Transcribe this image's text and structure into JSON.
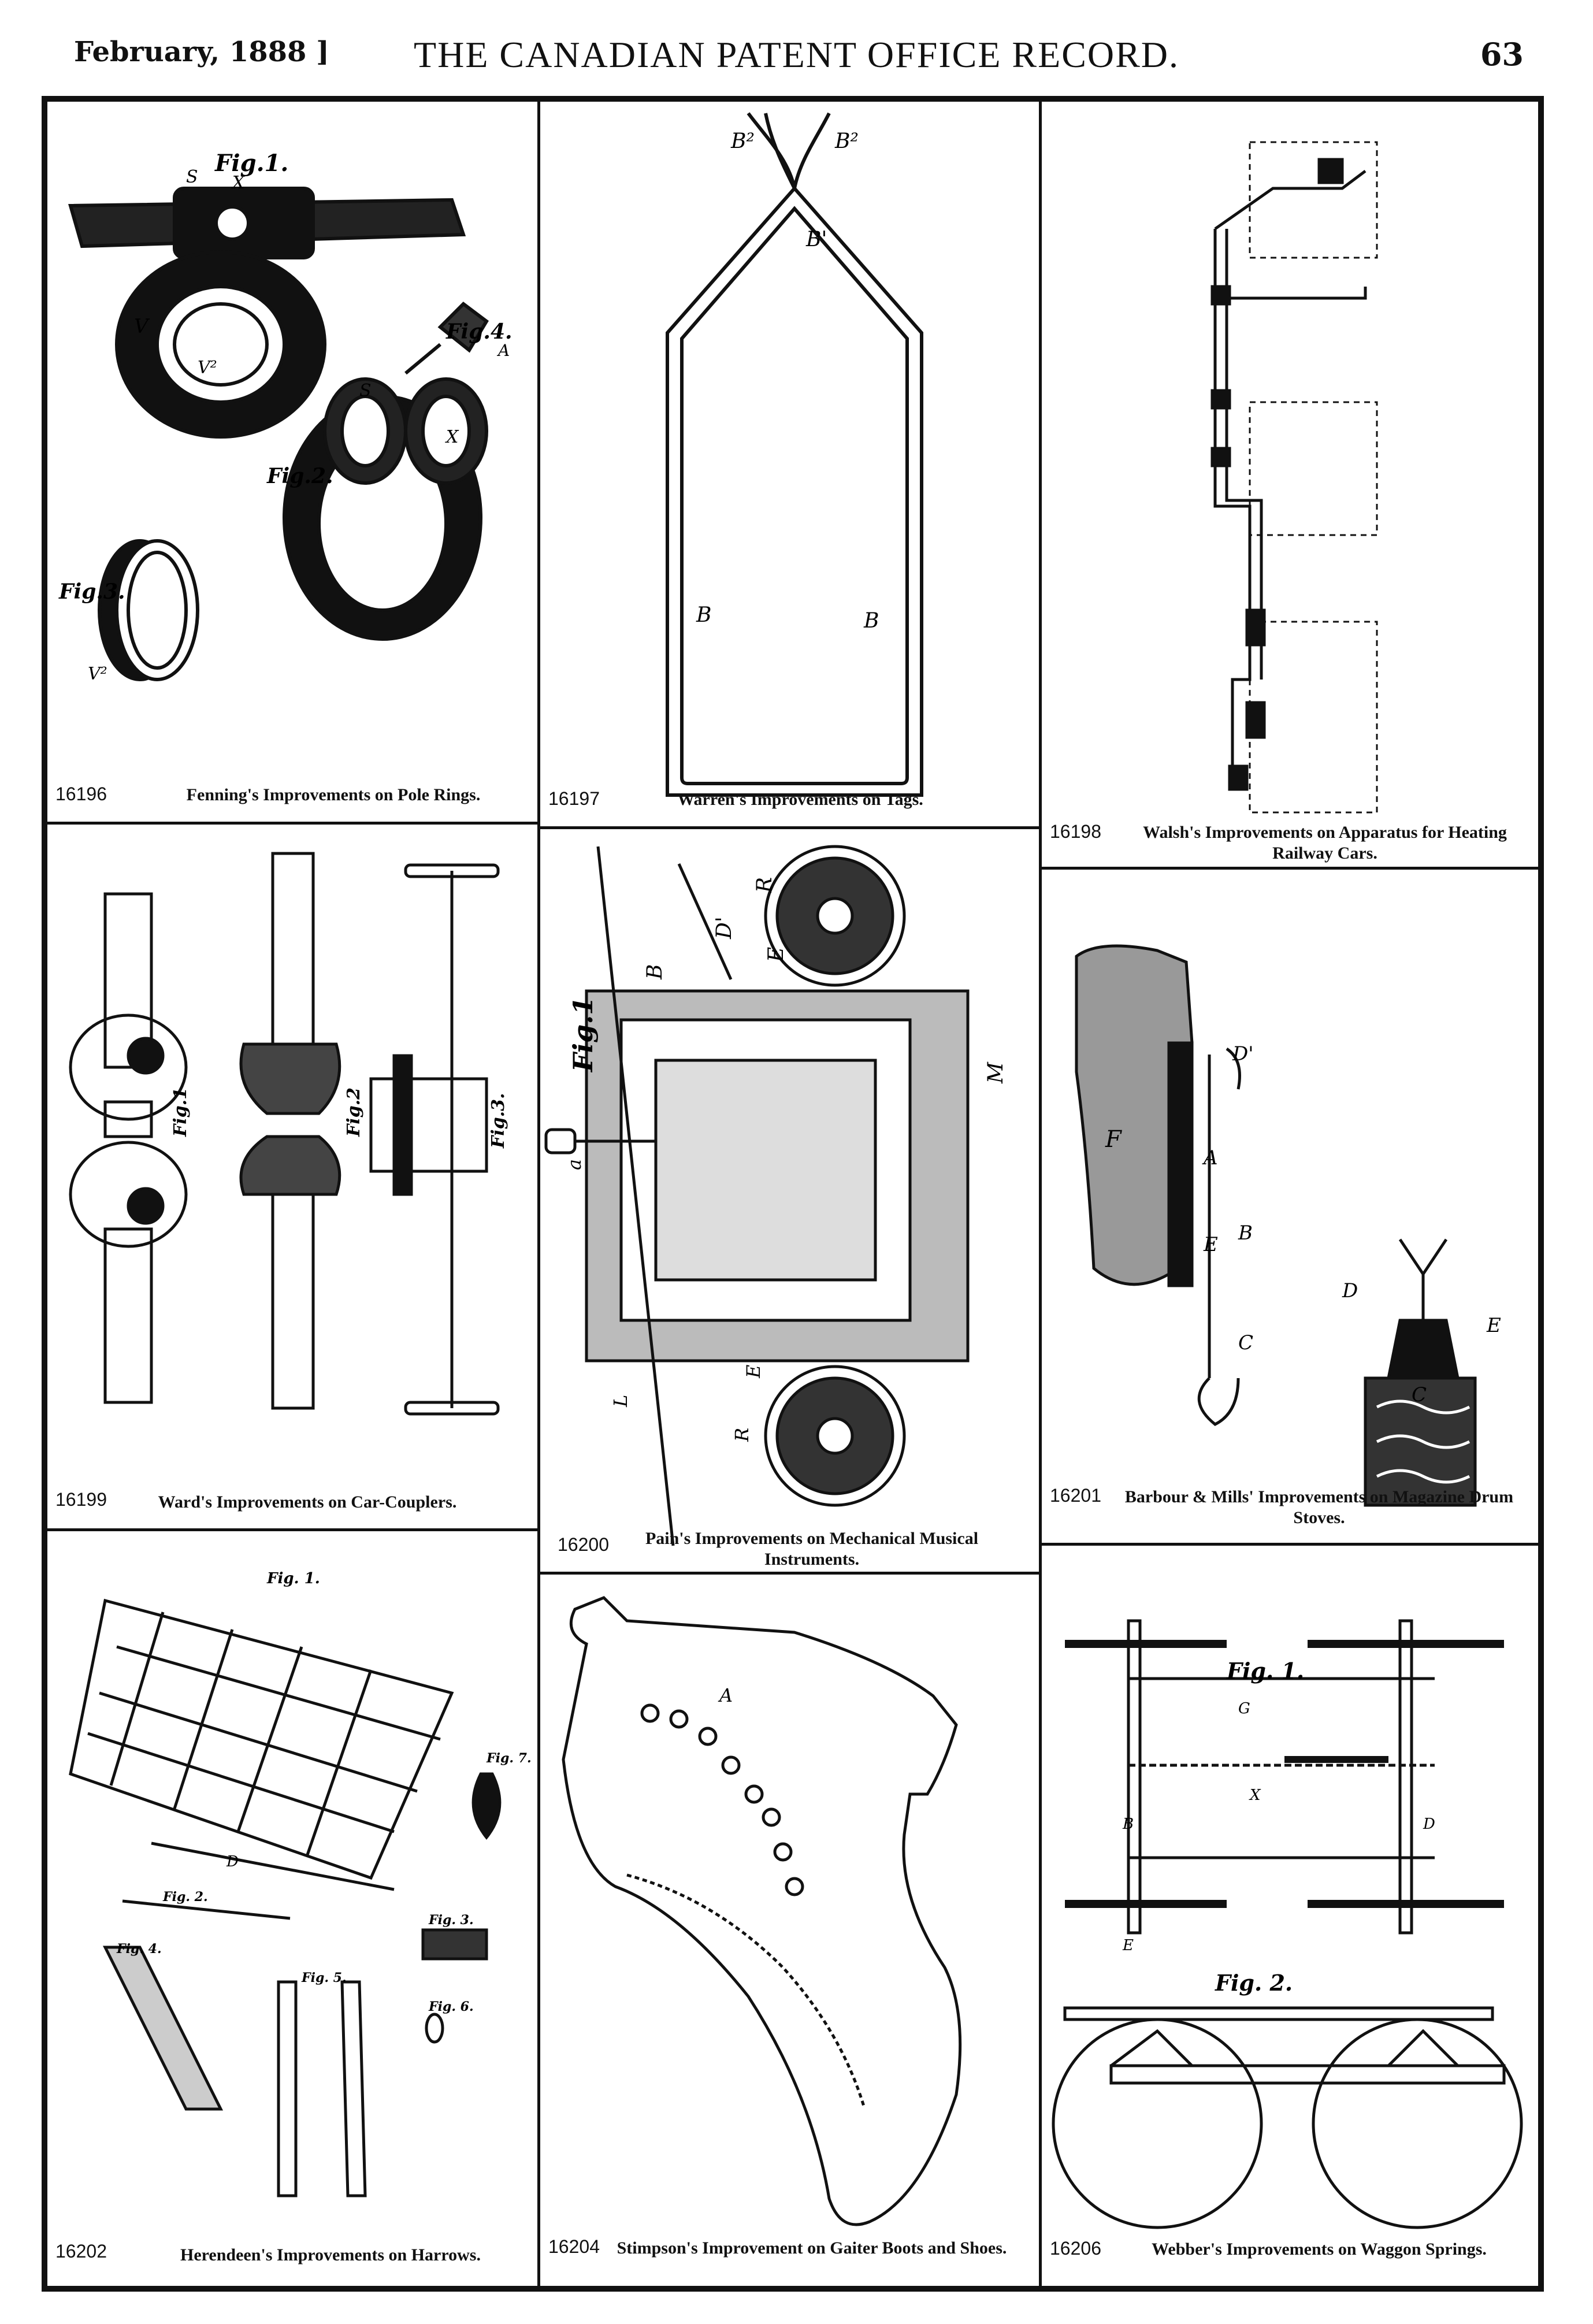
{
  "header": {
    "date": "February, 1888 ]",
    "title": "THE CANADIAN PATENT OFFICE RECORD.",
    "page": "63"
  },
  "patents": [
    {
      "number": "16196",
      "caption": "Fenning's Improvements on Pole Rings.",
      "labels": {
        "fig1": "Fig.1.",
        "fig2": "Fig.2.",
        "fig3": "Fig.3.",
        "fig4": "Fig.4.",
        "s": "S",
        "x": "X",
        "v": "V",
        "v2": "V²",
        "a": "A"
      }
    },
    {
      "number": "16197",
      "caption": "Warren's Improvements on Tags.",
      "labels": {
        "b2": "B²",
        "b2b": "B²",
        "b1": "B'",
        "b": "B",
        "bb": "B"
      }
    },
    {
      "number": "16198",
      "caption": "Walsh's Improvements on Apparatus for Heating Railway Cars."
    },
    {
      "number": "16199",
      "caption": "Ward's Improvements on Car-Couplers.",
      "labels": {
        "fig1": "Fig.1",
        "fig2": "Fig.2",
        "fig3": "Fig.3."
      }
    },
    {
      "number": "16200",
      "caption": "Pain's Improvements on Mechanical Musical Instruments.",
      "labels": {
        "fig1": "Fig.1",
        "r": "R",
        "e": "E",
        "b": "B",
        "d1": "D'",
        "m": "M",
        "l": "L",
        "a": "a"
      }
    },
    {
      "number": "16201",
      "caption": "Barbour & Mills' Improvements on Magazine Drum Stoves.",
      "labels": {
        "d1": "D'",
        "f": "F",
        "a": "A",
        "b": "B",
        "e": "E",
        "c": "C",
        "d": "D",
        "c2": "C",
        "e2": "E"
      }
    },
    {
      "number": "16202",
      "caption": "Herendeen's Improvements on Harrows.",
      "labels": {
        "fig1": "Fig. 1.",
        "fig2": "Fig. 2.",
        "fig3": "Fig. 3.",
        "fig4": "Fig. 4.",
        "fig5": "Fig. 5.",
        "fig6": "Fig. 6.",
        "fig7": "Fig. 7.",
        "d": "D"
      }
    },
    {
      "number": "16204",
      "caption": "Stimpson's Improvement on Gaiter Boots and Shoes.",
      "labels": {
        "a": "A"
      }
    },
    {
      "number": "16206",
      "caption": "Webber's Improvements on Waggon Springs.",
      "labels": {
        "fig1": "Fig. 1.",
        "fig2": "Fig. 2.",
        "g": "G",
        "x": "X",
        "d": "D",
        "b": "B",
        "e": "E"
      }
    }
  ]
}
